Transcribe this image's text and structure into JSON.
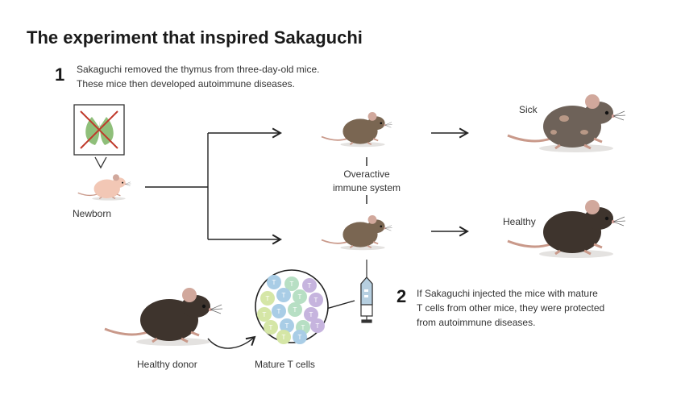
{
  "title": "The experiment that inspired Sakaguchi",
  "step1": {
    "number": "1",
    "lines": [
      "Sakaguchi removed the thymus from three-day-old mice.",
      "These mice then developed autoimmune diseases."
    ]
  },
  "step2": {
    "number": "2",
    "lines": [
      "If Sakaguchi injected the mice with mature",
      "T cells from other mice, they were protected",
      "from autoimmune diseases."
    ]
  },
  "labels": {
    "newborn": "Newborn",
    "overactive": [
      "Overactive",
      "immune system"
    ],
    "sick": "Sick",
    "healthy": "Healthy",
    "healthy_donor": "Healthy donor",
    "mature_t_cells": "Mature T cells",
    "t_cell_letter": "T"
  },
  "colors": {
    "mouse_brown": "#7a6652",
    "mouse_dark": "#3e342d",
    "mouse_sick": "#6e6259",
    "newborn_pink": "#f2c7b5",
    "thymus_green": "#8fbf7a",
    "cross_red": "#c0392b"
  }
}
